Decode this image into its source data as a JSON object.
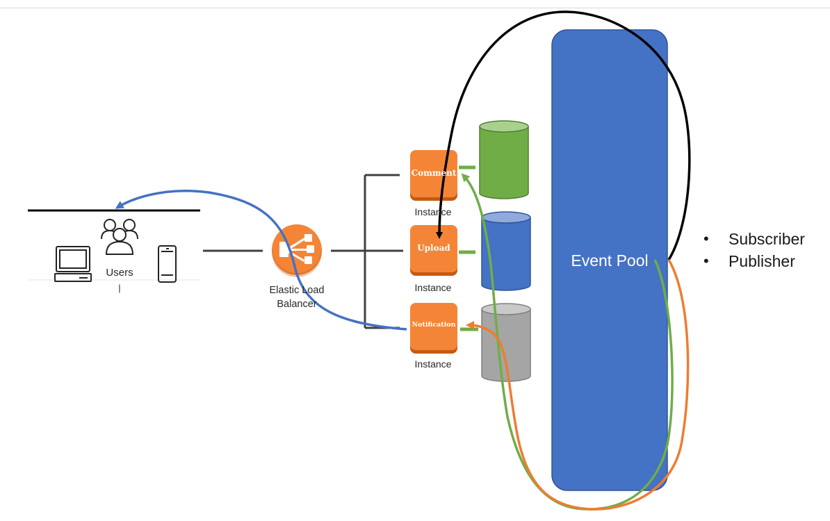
{
  "users": {
    "label": "Users",
    "caret": "|"
  },
  "load_balancer": {
    "line1": "Elastic Load",
    "line2": "Balancer"
  },
  "instances": [
    {
      "name": "Comment",
      "caption": "Instance"
    },
    {
      "name": "Upload",
      "caption": "Instance"
    },
    {
      "name": "Notification",
      "caption": "Instance"
    }
  ],
  "event_pool": {
    "label": "Event Pool"
  },
  "legend": [
    "Subscriber",
    "Publisher"
  ],
  "colors": {
    "aws_orange": "#f58536",
    "event_pool_blue": "#4472c4",
    "db_green": "#70ad47",
    "db_blue": "#4472c4",
    "db_gray": "#a5a5a5",
    "arrow_black": "#000000",
    "arrow_blue": "#4472c4",
    "arrow_green": "#70ad47",
    "arrow_orange": "#ed7d31"
  }
}
